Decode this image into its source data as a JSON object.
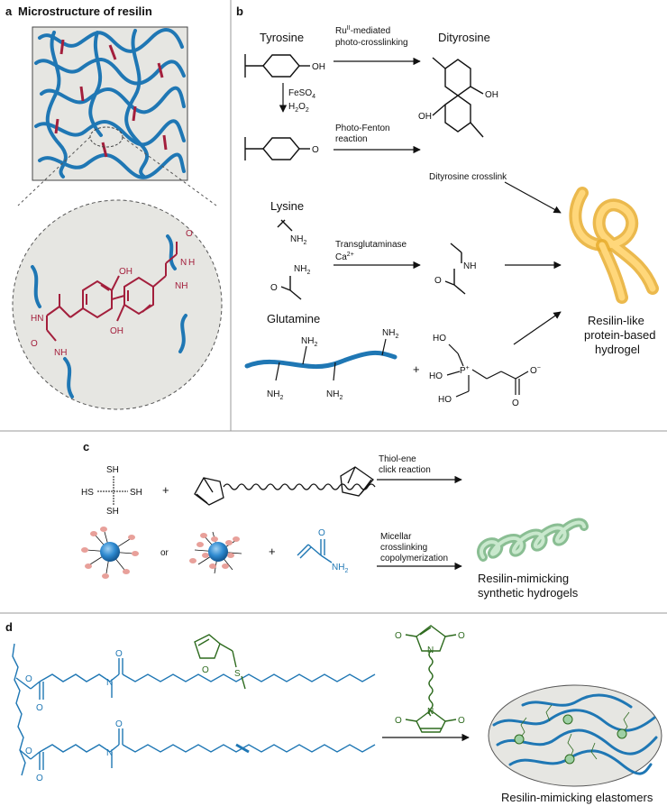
{
  "panel_a": {
    "letter": "a",
    "title": "Microstructure of resilin",
    "inset_labels": [
      "OH",
      "HN",
      "O",
      "NH",
      "OH",
      "O",
      "N",
      "H",
      "NH",
      "O"
    ]
  },
  "panel_b": {
    "letter": "b",
    "tyrosine": "Tyrosine",
    "dityrosine": "Dityrosine",
    "ru_line1": "Ru",
    "ru_sup": "II",
    "ru_line1_rest": "-mediated",
    "ru_line2": "photo-crosslinking",
    "feso4": "FeSO",
    "feso4_sub": "4",
    "h2o2": "H",
    "h2o2_sub1": "2",
    "h2o2_mid": "O",
    "h2o2_sub2": "2",
    "photo_fenton_1": "Photo-Fenton",
    "photo_fenton_2": "reaction",
    "oh": "OH",
    "o_radical": "O",
    "dityrosine_crosslink": "Dityrosine crosslink",
    "lysine": "Lysine",
    "nh2": "NH",
    "nh2_sub": "2",
    "transglutaminase": "Transglutaminase",
    "ca": "Ca",
    "ca_sup": "2+",
    "glutamine": "Glutamine",
    "nh": "NH",
    "o": "O",
    "plus": "+",
    "p": "P",
    "p_sup": "+",
    "ho": "HO",
    "o_minus": "O",
    "o_minus_sup": "−",
    "product_1": "Resilin-like",
    "product_2": "protein-based",
    "product_3": "hydrogel"
  },
  "panel_c": {
    "letter": "c",
    "sh": "SH",
    "hs": "HS",
    "plus": "+",
    "or": "or",
    "thiol_1": "Thiol-ene",
    "thiol_2": "click reaction",
    "micellar_1": "Micellar",
    "micellar_2": "crosslinking",
    "micellar_3": "copolymerization",
    "nh2": "NH",
    "nh2_sub": "2",
    "o": "O",
    "product_1": "Resilin-mimicking",
    "product_2": "synthetic hydrogels"
  },
  "panel_d": {
    "letter": "d",
    "o": "O",
    "n": "N",
    "s": "S",
    "product": "Resilin-mimicking elastomers"
  },
  "colors": {
    "chain_blue": "#1f77b4",
    "crosslink_red": "#a31f3c",
    "panel_grey": "#e6e6e2",
    "hydrogel_yellow": "#f2c14e",
    "hydrogel_green": "#9ed0a4",
    "maleimide_green": "#2e6b1f",
    "micelle_pink": "#e8a09a"
  }
}
